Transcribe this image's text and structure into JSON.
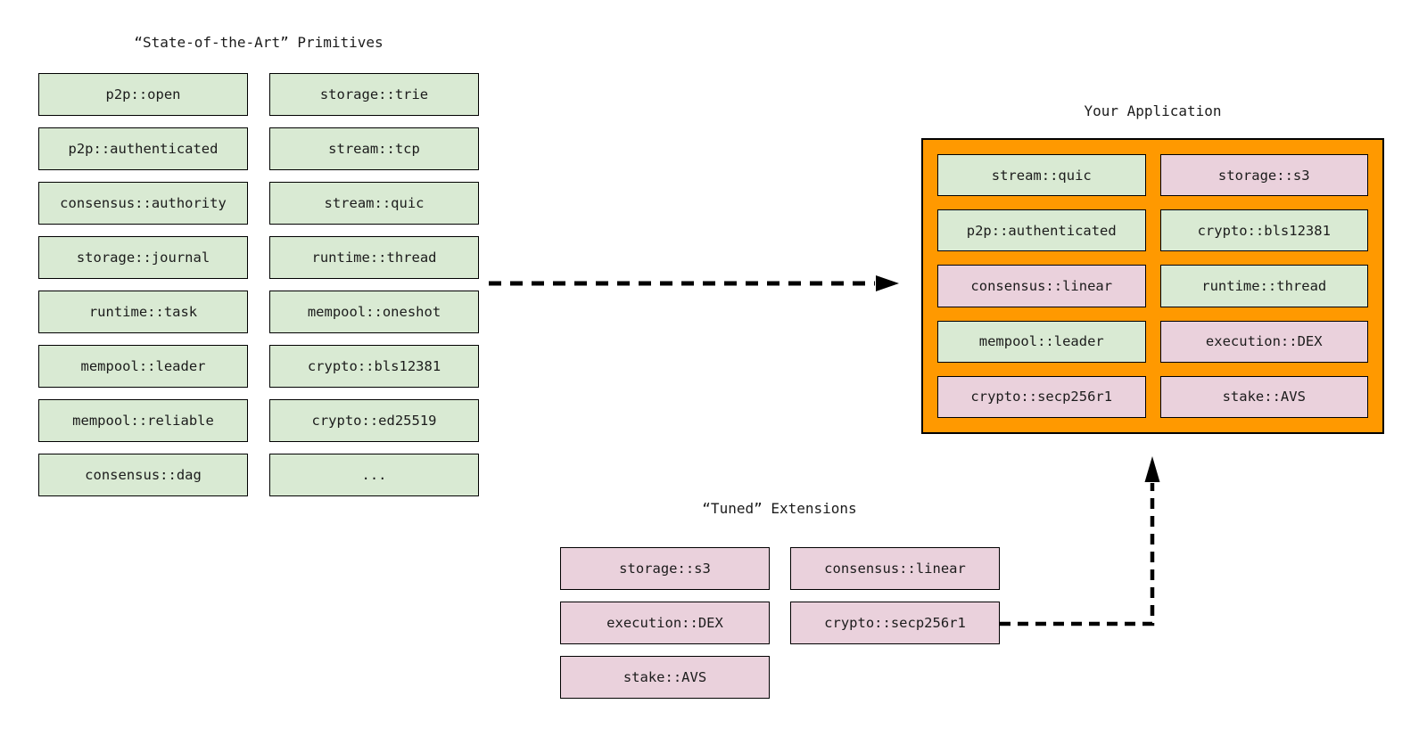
{
  "colors": {
    "primitive": "#d9ead3",
    "extension": "#ead1dc",
    "application": "#ff9900",
    "border": "#000000",
    "text": "#1c1c1c"
  },
  "primitives": {
    "title": "“State-of-the-Art” Primitives",
    "col1": [
      "p2p::open",
      "p2p::authenticated",
      "consensus::authority",
      "storage::journal",
      "runtime::task",
      "mempool::leader",
      "mempool::reliable",
      "consensus::dag"
    ],
    "col2": [
      "storage::trie",
      "stream::tcp",
      "stream::quic",
      "runtime::thread",
      "mempool::oneshot",
      "crypto::bls12381",
      "crypto::ed25519",
      "..."
    ]
  },
  "extensions": {
    "title": "“Tuned” Extensions",
    "col1": [
      "storage::s3",
      "execution::DEX",
      "stake::AVS"
    ],
    "col2": [
      "consensus::linear",
      "crypto::secp256r1"
    ]
  },
  "application": {
    "title": "Your Application",
    "col1": [
      {
        "label": "stream::quic",
        "type": "primitive"
      },
      {
        "label": "p2p::authenticated",
        "type": "primitive"
      },
      {
        "label": "consensus::linear",
        "type": "extension"
      },
      {
        "label": "mempool::leader",
        "type": "primitive"
      },
      {
        "label": "crypto::secp256r1",
        "type": "extension"
      }
    ],
    "col2": [
      {
        "label": "storage::s3",
        "type": "extension"
      },
      {
        "label": "crypto::bls12381",
        "type": "primitive"
      },
      {
        "label": "runtime::thread",
        "type": "primitive"
      },
      {
        "label": "execution::DEX",
        "type": "extension"
      },
      {
        "label": "stake::AVS",
        "type": "extension"
      }
    ]
  },
  "arrows": {
    "primitives_to_application": "dashed-right-arrow",
    "extensions_to_application": "dashed-elbow-up-arrow"
  }
}
